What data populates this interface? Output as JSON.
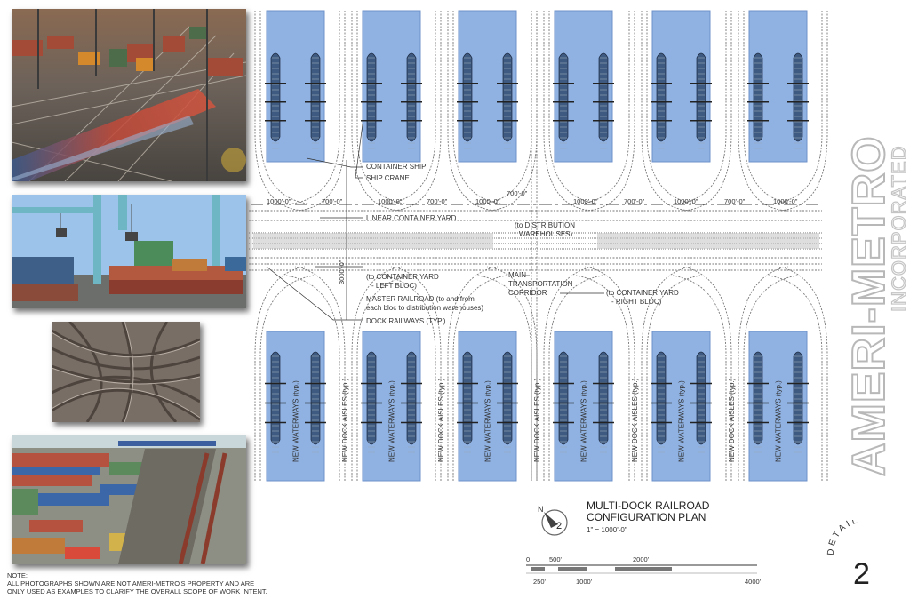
{
  "photos": [
    {
      "name": "rail-yard-photo",
      "alt": "blurred freight train in rail yard"
    },
    {
      "name": "container-crane-photo",
      "alt": "gantry cranes over container trains"
    },
    {
      "name": "rail-switches-photo",
      "alt": "interlaced rail switches"
    },
    {
      "name": "container-terminal-photo",
      "alt": "aerial container terminal"
    }
  ],
  "labels": {
    "container_ship": "CONTAINER SHIP",
    "ship_crane": "SHIP CRANE",
    "linear_yard": "LINEAR CONTAINER YARD",
    "to_distribution_1": "(to DISTRIBUTION",
    "to_distribution_2": "WAREHOUSES)",
    "to_yard_left_1": "(to CONTAINER YARD",
    "to_yard_left_2": "- LEFT BLOC)",
    "master_rr_1": "MASTER RAILROAD (to and from",
    "master_rr_2": "each bloc to distribution warehouses)",
    "dock_railways": "DOCK RAILWAYS (TYP.)",
    "main_corridor_1": "MAIN",
    "main_corridor_2": "TRANSPORTATION",
    "main_corridor_3": "CORRIDOR",
    "to_yard_right_1": "(to CONTAINER YARD",
    "to_yard_right_2": "- RIGHT BLOC)",
    "new_waterways": "NEW WATERWAYS (typ.)",
    "new_dock_aisles": "NEW DOCK AISLES (typ.)",
    "vert_dim": "3000'-0\""
  },
  "dimensions": [
    "1000'-0\"",
    "700'-0\"",
    "1000'-0\"",
    "700'-0\"",
    "1000'-0\"",
    "700'-0\"",
    "1000'-0\"",
    "700'-0\"",
    "1000'-0\"",
    "700'-0\"",
    "1000'-0\""
  ],
  "title": {
    "line1": "MULTI-DOCK RAILROAD",
    "line2": "CONFIGURATION PLAN",
    "scale": "1\" = 1000'-0\""
  },
  "north": {
    "letter": "N",
    "number": "2"
  },
  "scale_bar": {
    "top": [
      "0",
      "500'",
      "2000'"
    ],
    "bottom": [
      "250'",
      "1000'",
      "4000'"
    ]
  },
  "brand": {
    "name": "AMERI-METRO",
    "sub": "INCORPORATED"
  },
  "detail": {
    "word": "DETAIL",
    "number": "2"
  },
  "note": {
    "title": "NOTE:",
    "line1": "ALL PHOTOGRAPHS SHOWN ARE NOT AMERI-METRO'S PROPERTY AND ARE",
    "line2": "ONLY USED AS EXAMPLES TO CLARIFY THE OVERALL SCOPE OF WORK INTENT."
  },
  "colors": {
    "water": "#8fb2e3",
    "water_edge": "#6d92c9",
    "rail": "#777777",
    "text": "#333333"
  }
}
